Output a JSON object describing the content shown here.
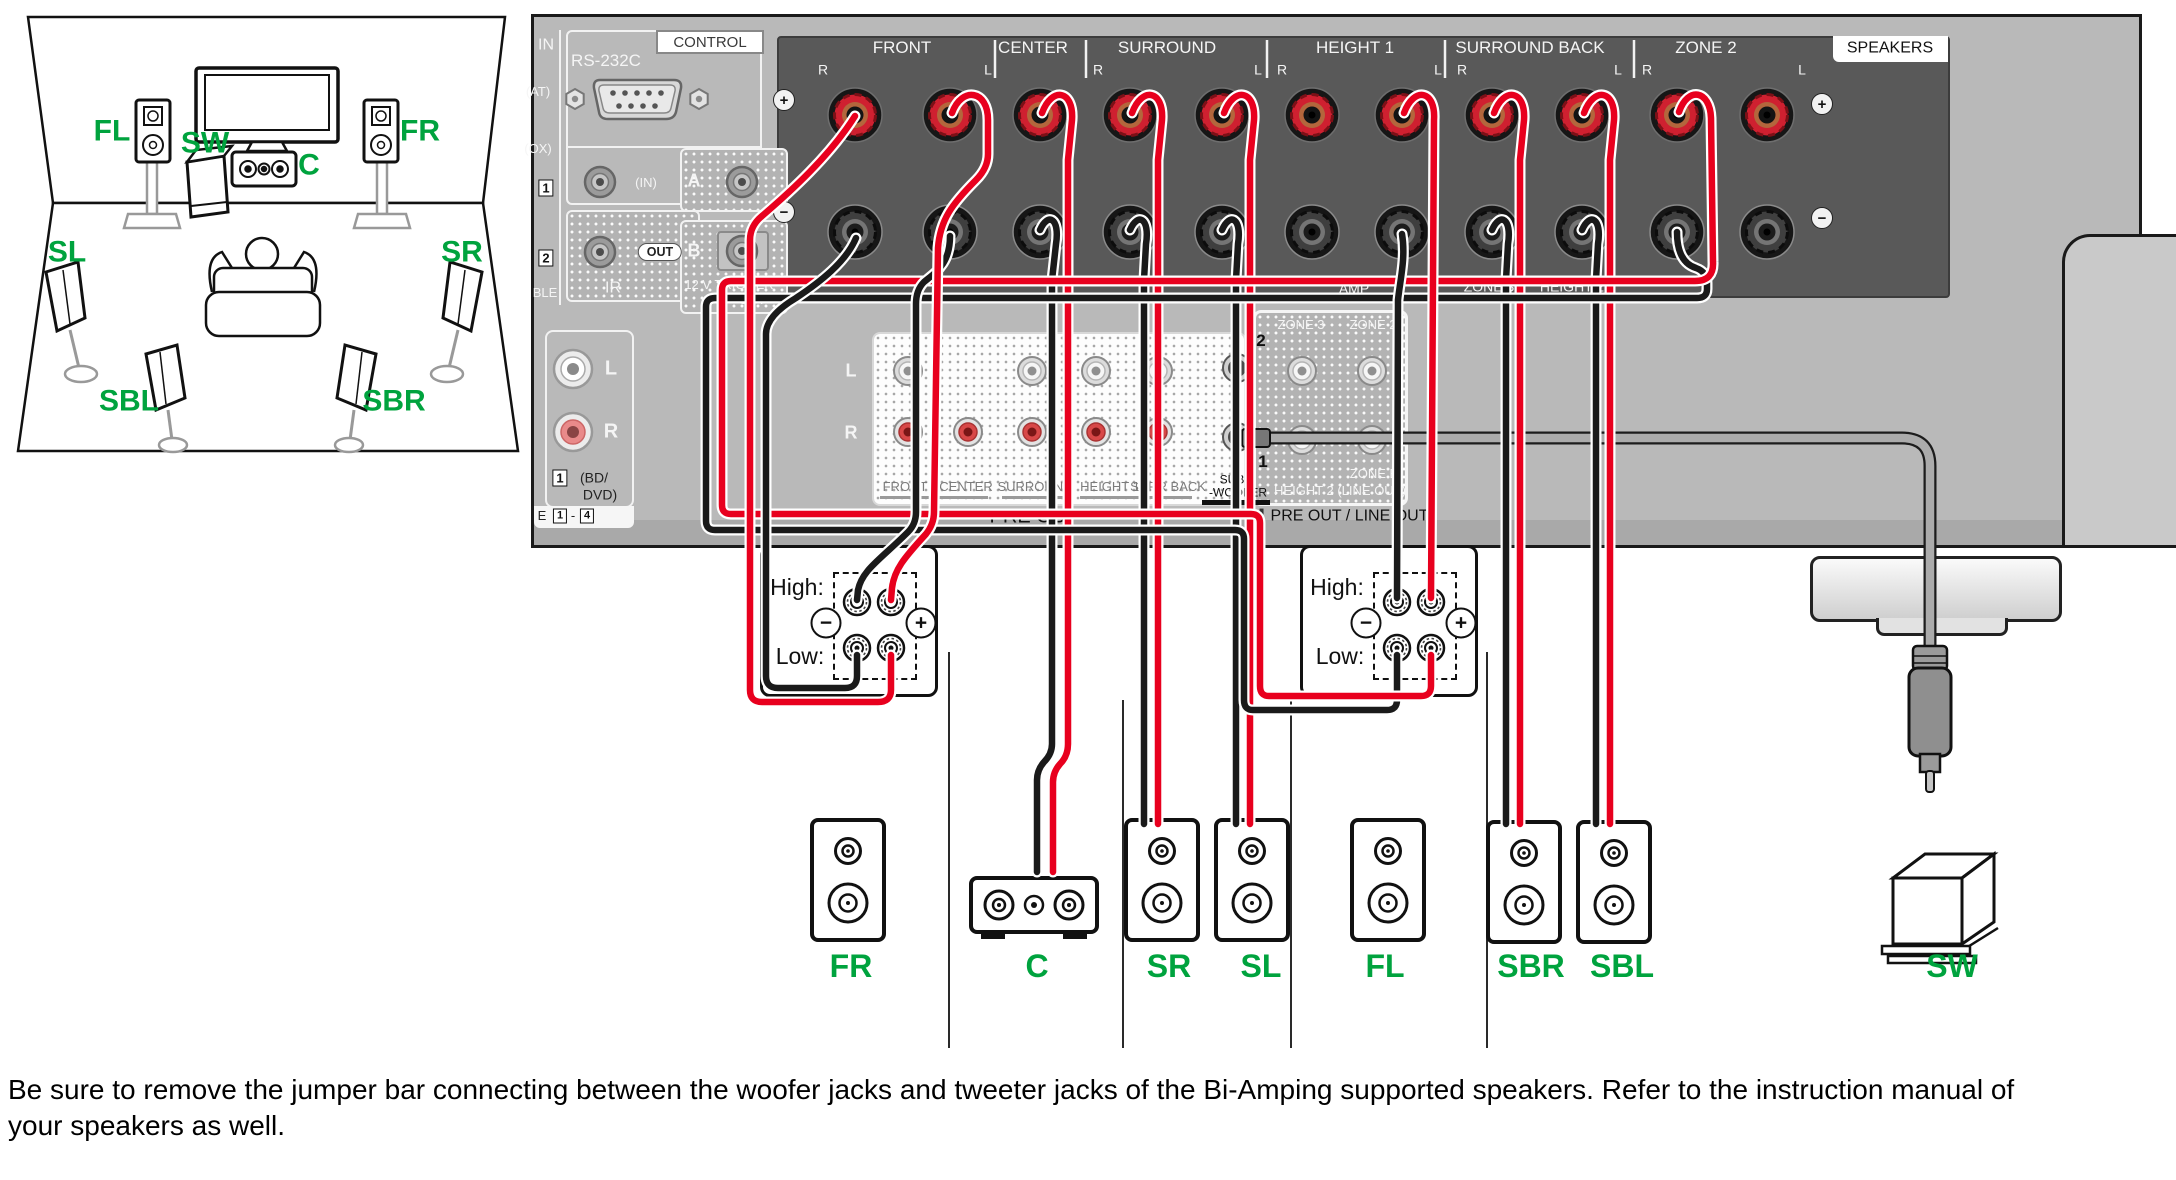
{
  "room": {
    "fl": "FL",
    "sw": "SW",
    "c": "C",
    "fr": "FR",
    "sl": "SL",
    "sr": "SR",
    "sbl": "SBL",
    "sbr": "SBR"
  },
  "receiver": {
    "left_strip": {
      "in": "IN",
      "at": "(AT)",
      "ox": "(OX)",
      "badge1": "1",
      "badge2": "2",
      "ble": "BLE"
    },
    "control": {
      "tab": "CONTROL",
      "rs232c": "RS-232C",
      "in_label": "(IN)",
      "out_label": "OUT",
      "ir": "IR"
    },
    "ab": {
      "a": "A",
      "b": "B",
      "trigger1": "12 V TRIGGER",
      "trigger2": "OUT"
    },
    "analog_in": {
      "l": "L",
      "r": "R",
      "badge": "1",
      "bd": "(BD/",
      "dvd": "DVD)",
      "e": "E",
      "n1": "1",
      "dash": "-",
      "n4": "4"
    },
    "speakers_panel": {
      "title": "SPEAKERS",
      "plus": "+",
      "minus": "−",
      "sections": [
        {
          "label": "FRONT",
          "r": "R",
          "l": "L"
        },
        {
          "label": "CENTER"
        },
        {
          "label": "SURROUND",
          "r": "R",
          "l": "L"
        },
        {
          "label": "HEIGHT 1",
          "r": "R",
          "l": "L"
        },
        {
          "label": "SURROUND BACK",
          "r": "R",
          "l": "L"
        },
        {
          "label": "ZONE 2",
          "r": "R",
          "l": "L"
        }
      ],
      "bottom": {
        "amp": "AMP",
        "zone3": "ZONE 3",
        "height2": "HEIGHT 2"
      }
    },
    "pre_out": {
      "l": "L",
      "r": "R",
      "labels": [
        "FRONT",
        "CENTER",
        "SURROUND",
        "HEIGHT 1",
        "SURR BACK"
      ],
      "sub1": "SUB",
      "sub2": "-WOOFER",
      "jack2": "2",
      "jack1": "1",
      "caption": "PRE OUT",
      "zone3": "ZONE 3",
      "zone2": "ZONE 2",
      "zoneb": "ZONE B",
      "height2_lineout": "HEIGHT 2  (LINE OUT)",
      "caption2": "PRE OUT / LINE OUT"
    }
  },
  "biamp": {
    "high": "High:",
    "low": "Low:",
    "plus": "+",
    "minus": "−"
  },
  "bottom_speakers": {
    "labels": [
      "FR",
      "C",
      "SR",
      "SL",
      "FL",
      "SBR",
      "SBL",
      "SW"
    ]
  },
  "caption": {
    "line1": "Be sure to remove the jumper bar connecting between the woofer jacks and tweeter jacks of the Bi-Amping supported speakers. Refer to the instruction manual of",
    "line2": "your speakers as well."
  },
  "colors": {
    "accent_green": "#00a33e",
    "wire_red": "#e8001e",
    "wire_black": "#1a1a1a",
    "panel_dark": "#595959",
    "terminal_red": "#cf2030"
  }
}
